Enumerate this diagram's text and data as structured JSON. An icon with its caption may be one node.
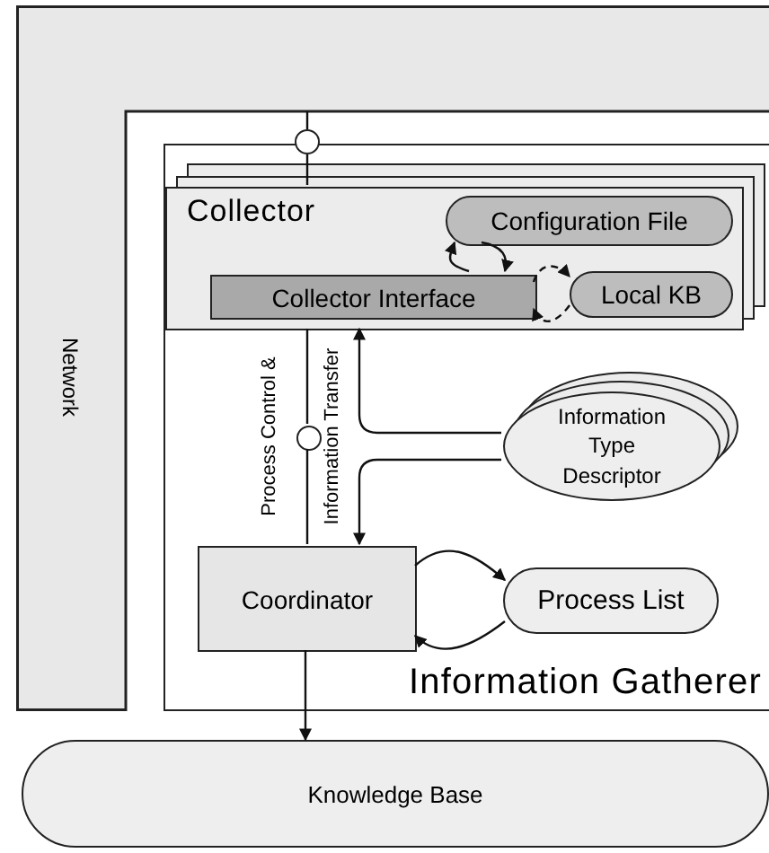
{
  "diagram": {
    "nodes": [
      {
        "text": [
          "Network"
        ]
      },
      {
        "text": [
          "Information Gatherer"
        ]
      },
      {
        "text": [
          "Collector"
        ],
        "in": 1
      },
      {
        "text": [
          "Configuration File"
        ],
        "in": 2
      },
      {
        "text": [
          "Collector Interface"
        ],
        "in": 2
      },
      {
        "text": [
          "Local KB"
        ],
        "in": 2
      },
      {
        "text": [
          "Information Type Descriptor"
        ],
        "in": 1
      },
      {
        "text": [
          "Coordinator"
        ],
        "in": 1
      },
      {
        "text": [
          "Process List"
        ],
        "in": 1
      },
      {
        "text": [
          "Knowledge Base"
        ]
      },
      {
        "text": [],
        "shape": "circle"
      },
      {
        "text": [],
        "shape": "circle",
        "in": 1
      }
    ],
    "edges": [
      {
        "from": 0,
        "to": 10,
        "arrow": "none"
      },
      {
        "from": 10,
        "to": 2,
        "arrow": "none"
      },
      {
        "from": 4,
        "to": 3,
        "arrow": "to"
      },
      {
        "from": 3,
        "to": 4,
        "arrow": "to"
      },
      {
        "from": 4,
        "to": 5,
        "arrow": "to",
        "style": "dashed"
      },
      {
        "from": 5,
        "to": 4,
        "arrow": "to",
        "style": "dashed"
      },
      {
        "from": 2,
        "to": 11,
        "arrow": "none"
      },
      {
        "from": 11,
        "to": 7,
        "arrow": "none"
      },
      {
        "from": 6,
        "to": 2,
        "arrow": "to"
      },
      {
        "from": 6,
        "to": 7,
        "arrow": "to"
      },
      {
        "from": 7,
        "to": 8,
        "arrow": "to"
      },
      {
        "from": 8,
        "to": 7,
        "arrow": "to"
      },
      {
        "from": 7,
        "to": 9,
        "arrow": "to"
      }
    ],
    "labels": [
      "Process Control &",
      "Information Transfer"
    ]
  }
}
